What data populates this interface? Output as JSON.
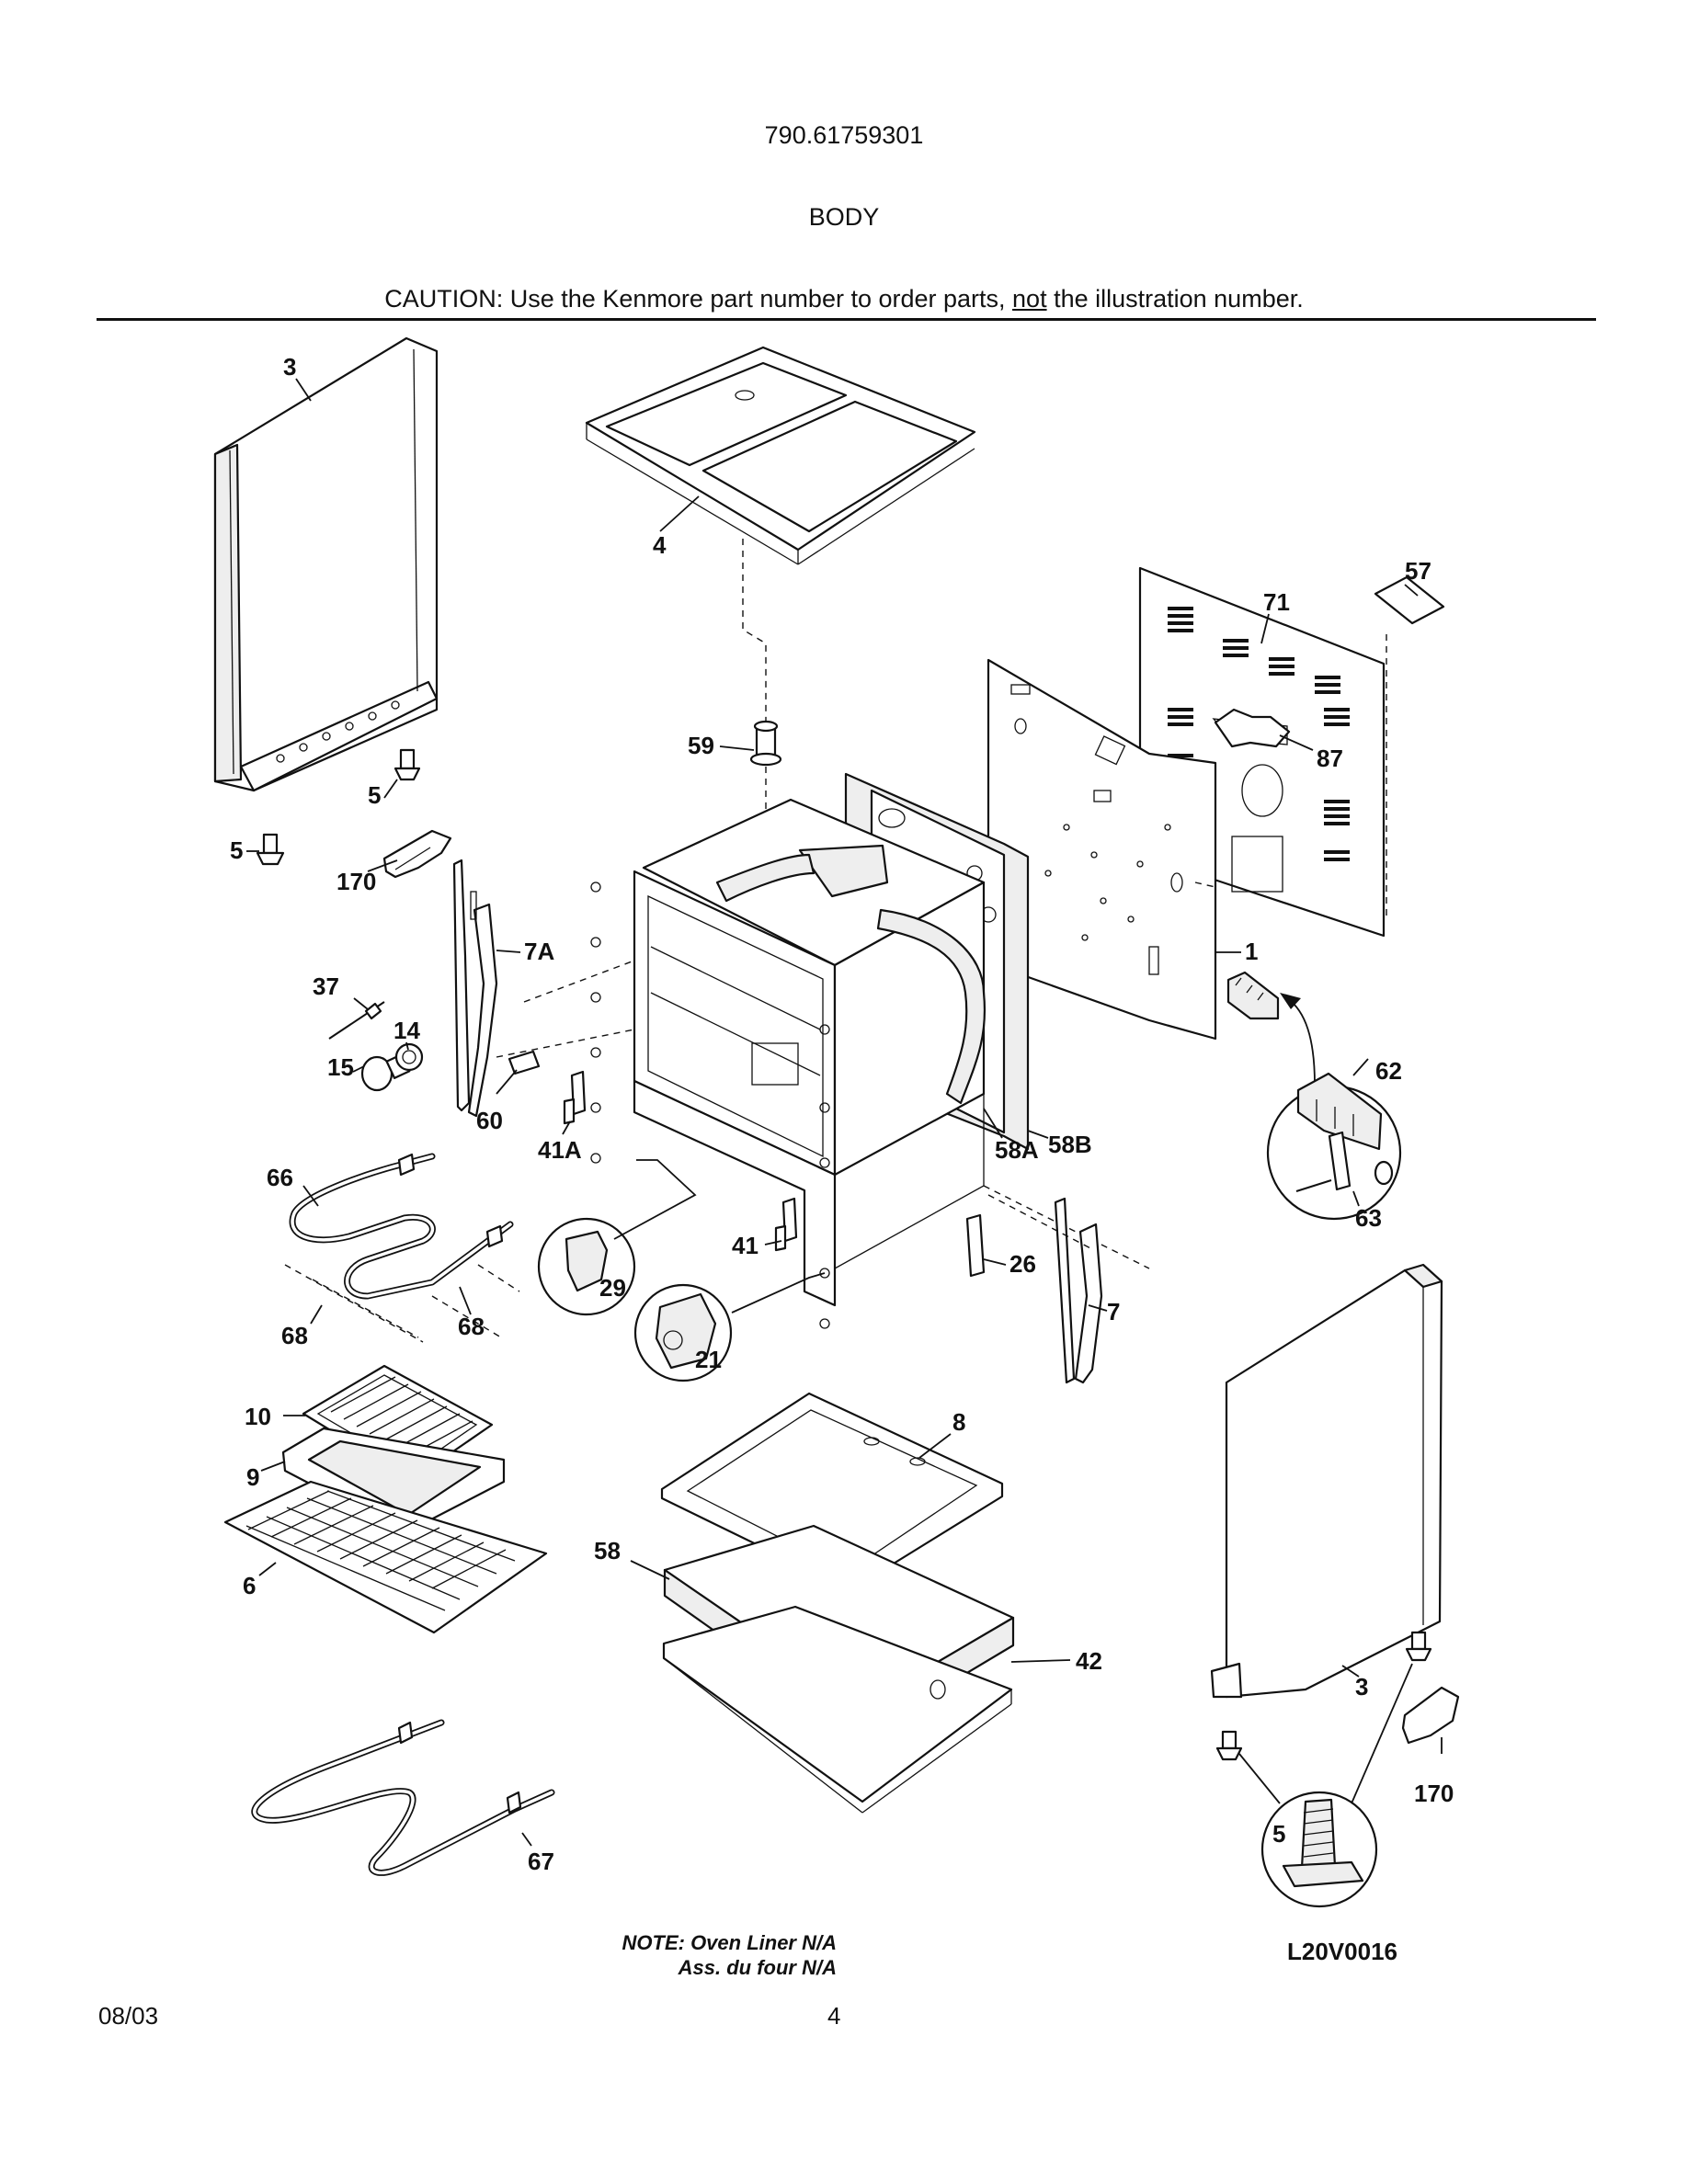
{
  "header": {
    "model_number": "790.61759301",
    "section_title": "BODY",
    "caution_prefix": "CAUTION: Use the Kenmore part number to order parts, ",
    "caution_emphasis": "not",
    "caution_suffix": " the illustration number."
  },
  "callouts": {
    "c3_left": "3",
    "c4": "4",
    "c57": "57",
    "c71": "71",
    "c87": "87",
    "c59": "59",
    "c5_a": "5",
    "c5_b": "5",
    "c170_left": "170",
    "c7A": "7A",
    "c1": "1",
    "c37": "37",
    "c14": "14",
    "c15": "15",
    "c60": "60",
    "c41A": "41A",
    "c58A": "58A",
    "c58B": "58B",
    "c62": "62",
    "c63": "63",
    "c66": "66",
    "c29": "29",
    "c41": "41",
    "c26": "26",
    "c7": "7",
    "c21": "21",
    "c68_a": "68",
    "c68_b": "68",
    "c10": "10",
    "c8": "8",
    "c9": "9",
    "c6": "6",
    "c58": "58",
    "c42": "42",
    "c3_right": "3",
    "c170_right": "170",
    "c5_zoom": "5",
    "c67": "67"
  },
  "footer": {
    "note_line1": "NOTE: Oven Liner N/A",
    "note_line2": "Ass. du four N/A",
    "diagram_code": "L20V0016",
    "date": "08/03",
    "page_number": "4"
  }
}
